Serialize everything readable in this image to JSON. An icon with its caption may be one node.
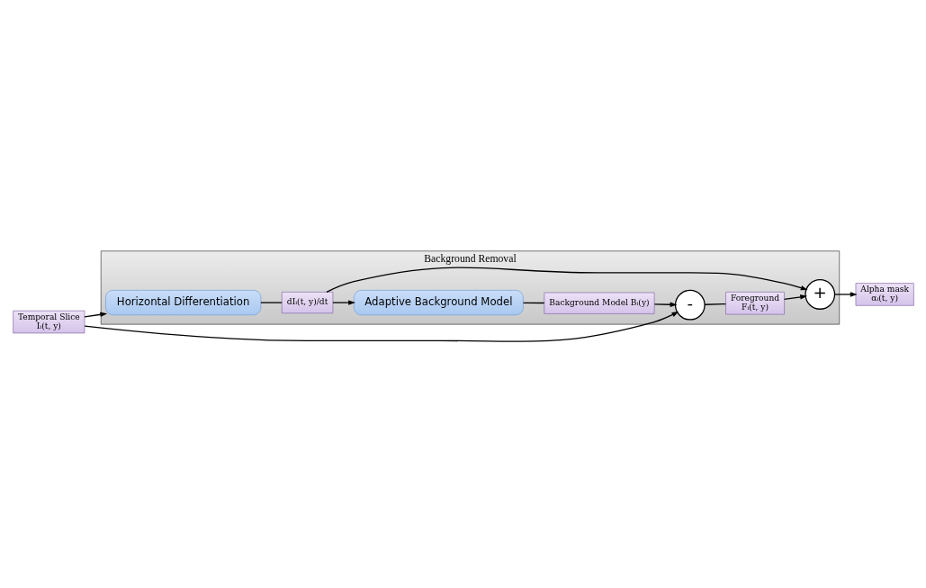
{
  "diagram": {
    "nodes": [
      {
        "text": [
          "Background Removal"
        ]
      },
      {
        "text": [
          "Horizontal Differentiation"
        ],
        "in": 0
      },
      {
        "text": [
          "dIᵢ(t, y)/dt"
        ],
        "in": 0
      },
      {
        "text": [
          "Adaptive Background Model"
        ],
        "in": 0
      },
      {
        "text": [
          "Background Model Bᵢ(y)"
        ],
        "in": 0
      },
      {
        "text": [
          "-"
        ],
        "in": 0
      },
      {
        "text": [
          "Foreground",
          "Fᵢ(t, y)"
        ],
        "in": 0
      },
      {
        "text": [
          "+"
        ],
        "in": 0
      },
      {
        "text": [
          "Temporal Slice",
          "Iᵢ(t, y)"
        ]
      },
      {
        "text": [
          "Alpha mask",
          "αᵢ(t, y)"
        ]
      }
    ],
    "edges": [
      {
        "from": 8,
        "to": 1,
        "arrow": "to"
      },
      {
        "from": 8,
        "to": 5,
        "arrow": "to"
      },
      {
        "from": 1,
        "to": 2,
        "arrow": "none"
      },
      {
        "from": 2,
        "to": 7,
        "arrow": "to"
      },
      {
        "from": 2,
        "to": 3,
        "arrow": "to"
      },
      {
        "from": 3,
        "to": 4,
        "arrow": "none"
      },
      {
        "from": 4,
        "to": 5,
        "arrow": "to"
      },
      {
        "from": 5,
        "to": 6,
        "arrow": "none"
      },
      {
        "from": 6,
        "to": 7,
        "arrow": "to"
      },
      {
        "from": 7,
        "to": 9,
        "arrow": "to"
      }
    ]
  }
}
